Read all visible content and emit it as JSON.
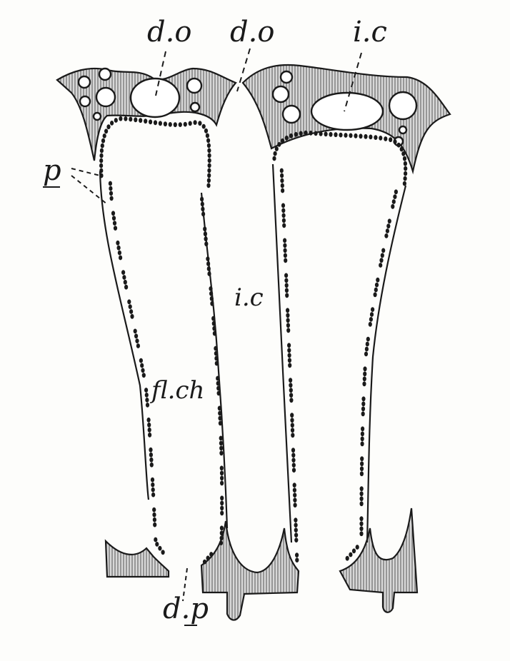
{
  "labels": {
    "do_left": "d.o",
    "do_middle": "d.o",
    "ic_top": "i.c",
    "p": "p",
    "ic_middle": "i.c",
    "flch": "fl.ch",
    "dp": "d.p"
  },
  "colors": {
    "ink": "#1a1a1a",
    "tissue": "#c4c4c4",
    "paper": "#fdfdfb"
  }
}
